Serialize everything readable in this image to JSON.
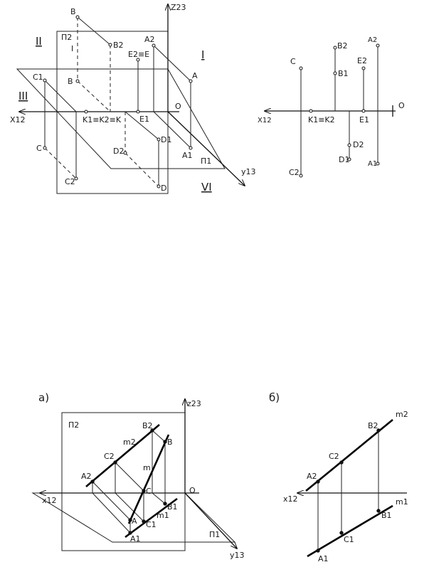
{
  "fig1": {
    "z_axis": "Z23",
    "x_axis": "X12",
    "y_axis": "y13",
    "plane_v": "П2",
    "plane_h": "П1",
    "origin": "O",
    "quadrant_1": "I",
    "quadrant_2": "II",
    "quadrant_3": "III",
    "quadrant_4": "VI",
    "quadrant_1_inner": "I",
    "pt_B": "B",
    "pt_B2": "B2",
    "pt_B1": "B",
    "pt_A2": "A2",
    "pt_A": "A",
    "pt_A1": "A1",
    "pt_E": "E2≡E",
    "pt_E1": "E1",
    "pt_C1": "C1",
    "pt_C": "C",
    "pt_C2": "C2",
    "pt_K": "K1≡K2≡K",
    "pt_D": "D",
    "pt_D1": "D1",
    "pt_D2": "D2"
  },
  "fig2": {
    "origin": "O",
    "x_axis": "X12",
    "pt_C": "C",
    "pt_C2": "C2",
    "pt_K": "K1≡K2",
    "pt_B2": "B2",
    "pt_B1": "B1",
    "pt_E2": "E2",
    "pt_E1": "E1",
    "pt_D2": "D2",
    "pt_D1": "D1",
    "pt_A2": "A2",
    "pt_A1": "A1"
  },
  "fig_a": {
    "caption": "а)",
    "z_axis": "z23",
    "x_axis": "x12",
    "y_axis": "y13",
    "plane_v": "П2",
    "plane_h": "П1",
    "origin": "O",
    "line_m": "m",
    "line_m2": "m2",
    "line_m1": "m1",
    "pt_B2": "B2",
    "pt_B": "B",
    "pt_B1": "B1",
    "pt_C2": "C2",
    "pt_C": "C",
    "pt_C1": "C1",
    "pt_A2": "A2",
    "pt_A": "A",
    "pt_A1": "A1"
  },
  "fig_b": {
    "caption": "б)",
    "x_axis": "x12",
    "line_m2": "m2",
    "line_m1": "m1",
    "pt_B2": "B2",
    "pt_B1": "B1",
    "pt_C2": "C2",
    "pt_C1": "C1",
    "pt_A2": "A2",
    "pt_A1": "A1"
  }
}
